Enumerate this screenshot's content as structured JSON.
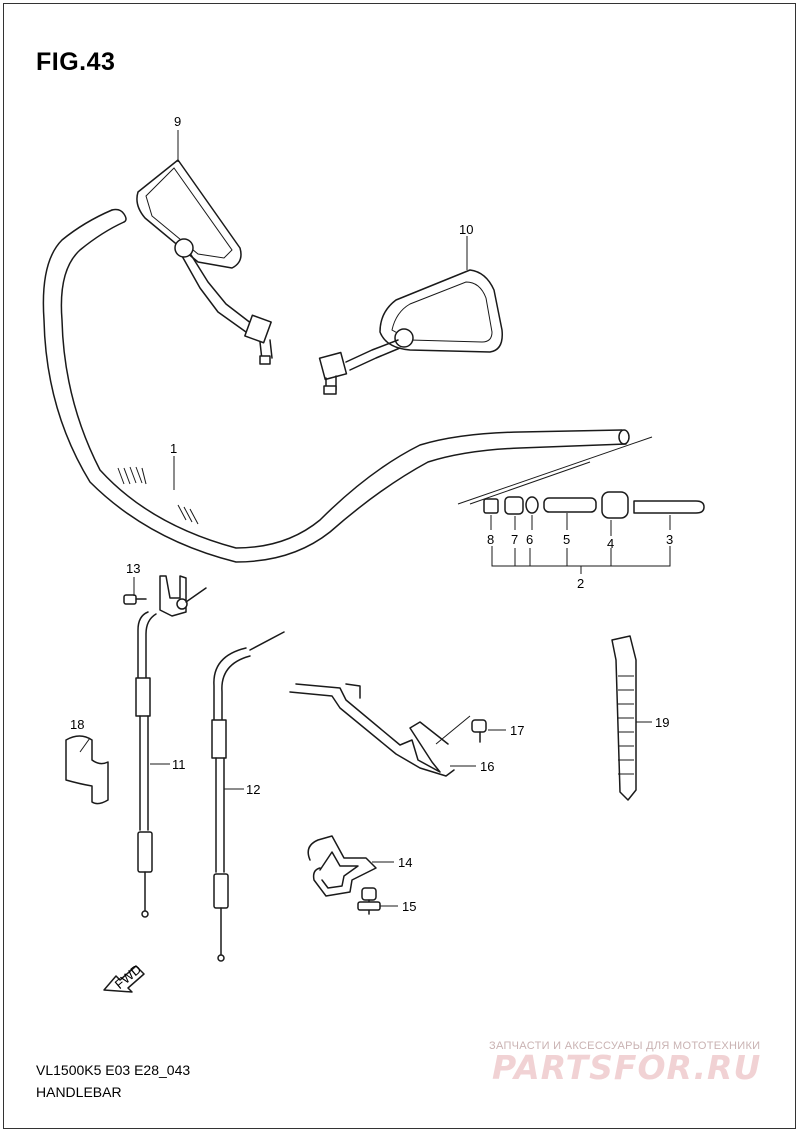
{
  "figure": {
    "title": "FIG.43",
    "model_code": "VL1500K5 E03 E28_043",
    "subtitle": "HANDLEBAR"
  },
  "callouts": {
    "p1": "1",
    "p2": "2",
    "p3": "3",
    "p4": "4",
    "p5": "5",
    "p6": "6",
    "p7": "7",
    "p8": "8",
    "p9": "9",
    "p10": "10",
    "p11": "11",
    "p12": "12",
    "p13": "13",
    "p14": "14",
    "p15": "15",
    "p16": "16",
    "p17": "17",
    "p18": "18",
    "p19": "19"
  },
  "fwd_label": "FWD",
  "watermark": {
    "tagline": "ЗАПЧАСТИ И АКСЕССУАРЫ ДЛЯ МОТОТЕХНИКИ",
    "logo": "PARTSFOR.RU"
  }
}
